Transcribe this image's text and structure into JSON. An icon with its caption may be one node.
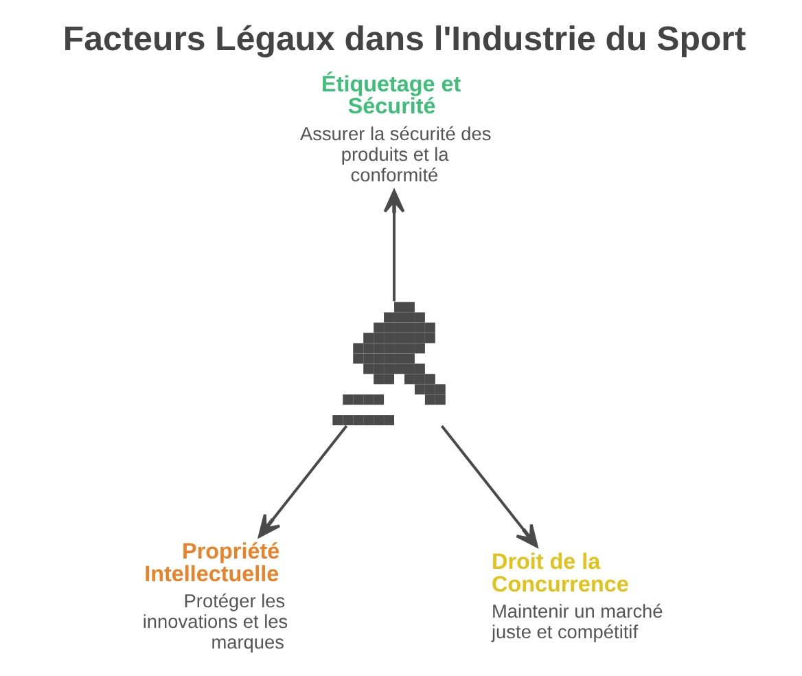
{
  "diagram": {
    "title": "Facteurs Légaux dans l'Industrie du Sport",
    "nodes": [
      {
        "text": [
          "Étiquetage et Sécurité",
          "Assurer la sécurité des produits et la conformité"
        ]
      },
      {
        "text": [],
        "shape": "picture"
      },
      {
        "text": [
          "Propriété Intellectuelle",
          "Protéger les innovations et les marques"
        ]
      },
      {
        "text": [
          "Droit de la Concurrence",
          "Maintenir un marché juste et compétitif"
        ]
      }
    ],
    "edges": [
      {
        "from": 1,
        "to": 0,
        "arrow": "to"
      },
      {
        "from": 1,
        "to": 2,
        "arrow": "to"
      },
      {
        "from": 1,
        "to": 3,
        "arrow": "to"
      }
    ]
  }
}
